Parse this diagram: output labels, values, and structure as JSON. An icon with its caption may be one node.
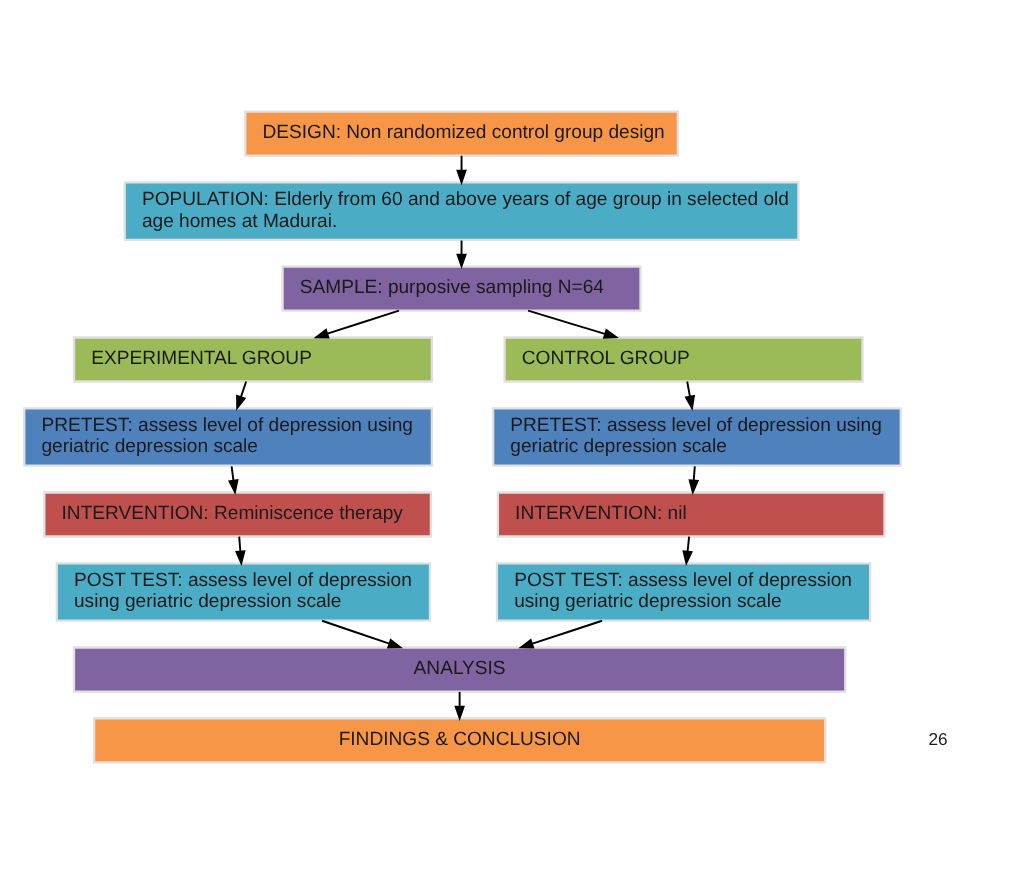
{
  "diagram": {
    "nodes": [
      {
        "text": [
          "DESIGN: Non randomized control group design"
        ]
      },
      {
        "text": [
          "POPULATION: Elderly from 60 and above years of age group in selected old age homes at Madurai."
        ]
      },
      {
        "text": [
          "SAMPLE: purposive sampling N=64"
        ]
      },
      {
        "text": [
          "EXPERIMENTAL GROUP"
        ]
      },
      {
        "text": [
          "CONTROL GROUP"
        ]
      },
      {
        "text": [
          "PRETEST: assess level of depression using geriatric depression scale"
        ]
      },
      {
        "text": [
          "PRETEST: assess level of depression using geriatric depression scale"
        ]
      },
      {
        "text": [
          "INTERVENTION: Reminiscence therapy"
        ]
      },
      {
        "text": [
          "INTERVENTION: nil"
        ]
      },
      {
        "text": [
          "POST TEST: assess level of depression using geriatric depression scale"
        ]
      },
      {
        "text": [
          "POST TEST: assess level of depression using geriatric depression scale"
        ]
      },
      {
        "text": [
          "ANALYSIS"
        ]
      },
      {
        "text": [
          "FINDINGS & CONCLUSION"
        ]
      }
    ],
    "edges": [
      {
        "from": 0,
        "to": 1,
        "arrow": "to"
      },
      {
        "from": 1,
        "to": 2,
        "arrow": "to"
      },
      {
        "from": 2,
        "to": 3,
        "arrow": "to"
      },
      {
        "from": 2,
        "to": 4,
        "arrow": "to"
      },
      {
        "from": 3,
        "to": 5,
        "arrow": "to"
      },
      {
        "from": 5,
        "to": 7,
        "arrow": "to"
      },
      {
        "from": 7,
        "to": 9,
        "arrow": "to"
      },
      {
        "from": 4,
        "to": 6,
        "arrow": "to"
      },
      {
        "from": 6,
        "to": 8,
        "arrow": "to"
      },
      {
        "from": 8,
        "to": 10,
        "arrow": "to"
      },
      {
        "from": 9,
        "to": 11,
        "arrow": "to"
      },
      {
        "from": 10,
        "to": 11,
        "arrow": "to"
      },
      {
        "from": 11,
        "to": 12,
        "arrow": "to"
      }
    ],
    "labels": [
      "26"
    ]
  }
}
